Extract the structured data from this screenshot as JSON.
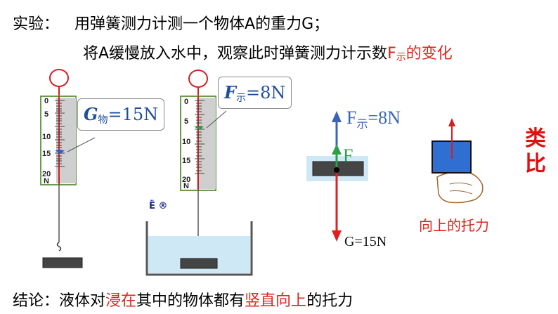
{
  "header": {
    "label": "实验：",
    "line1": "用弹簧测力计测一个物体A的重力G；",
    "line2_prefix": "将A缓慢放入水中，观察此时弹簧测力计示数",
    "line2_symbol": "F",
    "line2_sub": "示",
    "line2_suffix": "的变化"
  },
  "gauge_left": {
    "ticks": [
      "0",
      "5",
      "10",
      "15",
      "20"
    ],
    "unit": "N",
    "callout": {
      "symbol": "G",
      "sub": "物",
      "value": "=15N"
    }
  },
  "gauge_right": {
    "ticks": [
      "0",
      "5",
      "10",
      "15",
      "20"
    ],
    "unit": "N",
    "callout": {
      "symbol": "F",
      "sub": "示",
      "value": "=8N"
    },
    "water_mark": "Ë ®"
  },
  "force_diagram": {
    "up_label_main": "F",
    "up_label_sub": "示",
    "up_label_value": "=8N",
    "buoy_label": "F",
    "down_label": "G=15N"
  },
  "analogy": {
    "title_line1": "类",
    "title_line2": "比",
    "support_label": "向上的托力"
  },
  "conclusion": {
    "prefix": "结论：液体对",
    "highlight1": "浸在",
    "middle": "其中的物体都有",
    "highlight2": "竖直向上",
    "suffix": "的托力"
  },
  "colors": {
    "accent_red": "#d9261c",
    "force_blue": "#3a64b8",
    "force_green": "#2aa04a",
    "force_red": "#e02020",
    "gauge_body": "#cfcfcf",
    "gauge_frame": "#7aa05a",
    "water": "#cfe8f6"
  }
}
